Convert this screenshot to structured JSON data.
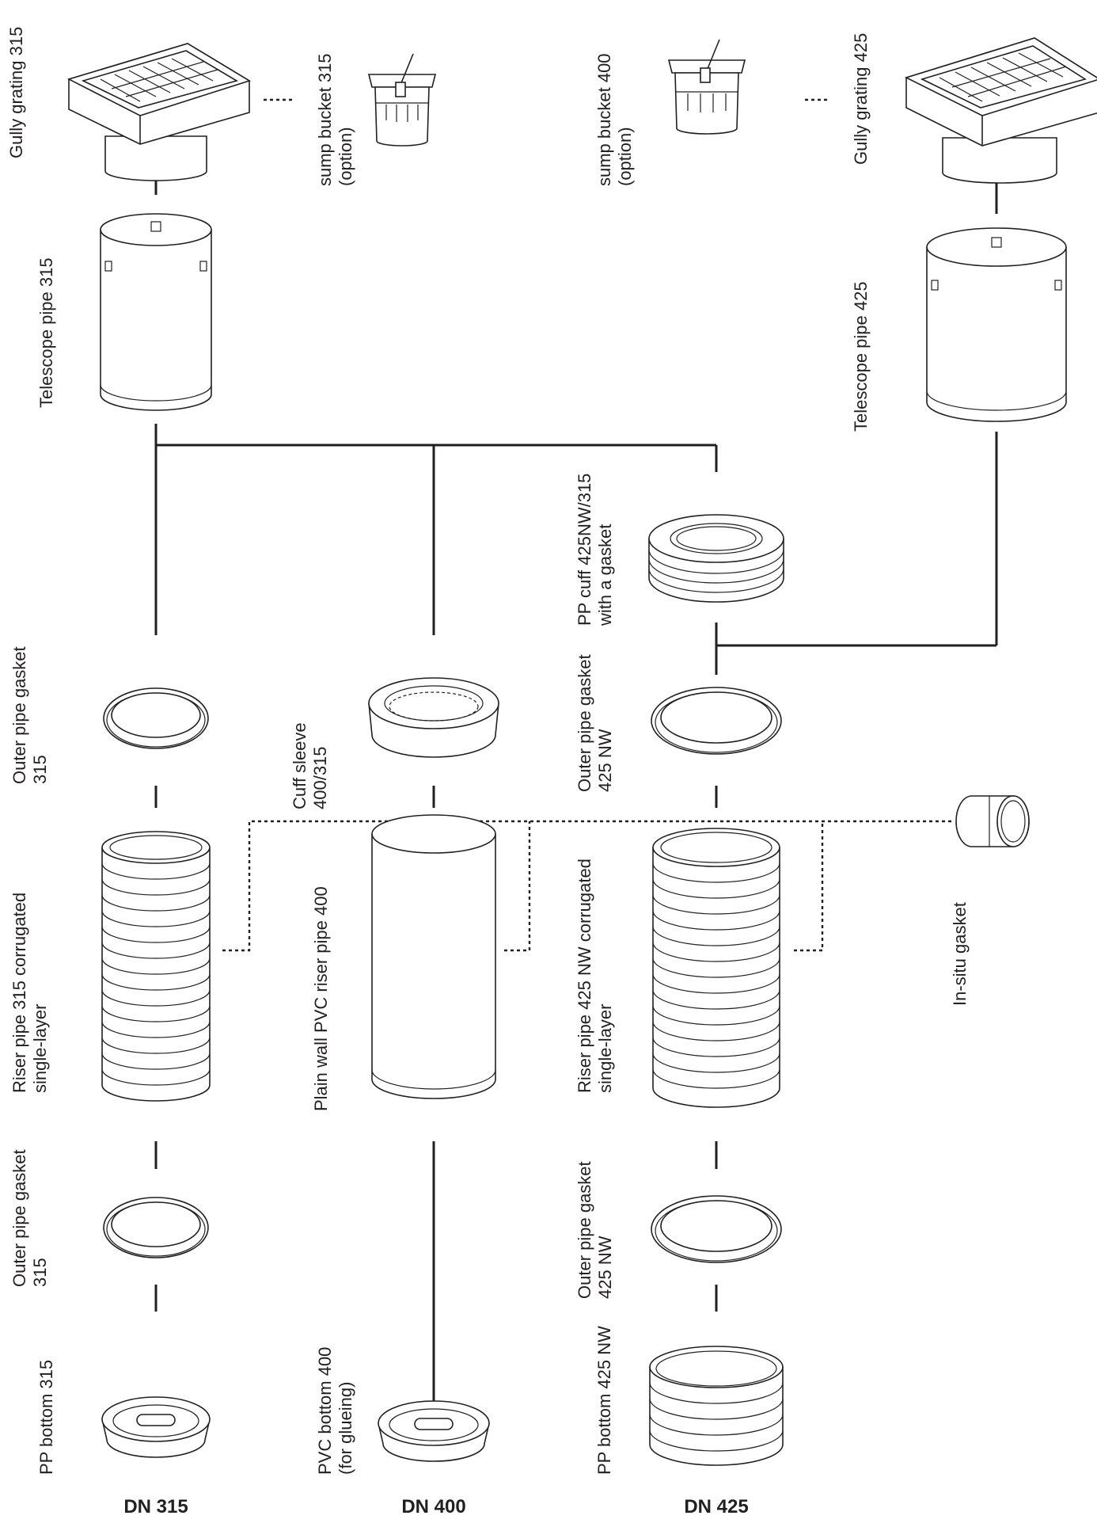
{
  "columns": {
    "dn315": "DN 315",
    "dn400": "DN 400",
    "dn425": "DN 425"
  },
  "parts": {
    "gully_grating_315": "Gully grating 315",
    "sump_bucket_315": [
      "sump bucket 315",
      "(option)"
    ],
    "sump_bucket_400": [
      "sump bucket 400",
      "(option)"
    ],
    "gully_grating_425": "Gully grating 425",
    "telescope_pipe_315": "Telescope pipe 315",
    "telescope_pipe_425": "Telescope pipe 425",
    "pp_cuff": [
      "PP cuff 425NW/315",
      "with a gasket"
    ],
    "outer_gasket_315_top": [
      "Outer pipe gasket",
      "315"
    ],
    "cuff_sleeve": [
      "Cuff sleeve",
      "400/315"
    ],
    "outer_gasket_425_top": [
      "Outer pipe gasket",
      "425 NW"
    ],
    "riser_315": [
      "Riser pipe 315 corrugated",
      "single-layer"
    ],
    "plain_wall_400": "Plain wall PVC riser pipe 400",
    "riser_425": [
      "Riser pipe 425 NW corrugated",
      "single-layer"
    ],
    "in_situ_gasket": "In-situ gasket",
    "outer_gasket_315_bottom": [
      "Outer pipe gasket",
      "315"
    ],
    "outer_gasket_425_bottom": [
      "Outer pipe gasket",
      "425 NW"
    ],
    "pp_bottom_315": "PP bottom 315",
    "pvc_bottom_400": [
      "PVC bottom 400",
      "(for glueing)"
    ],
    "pp_bottom_425": "PP bottom 425 NW"
  }
}
